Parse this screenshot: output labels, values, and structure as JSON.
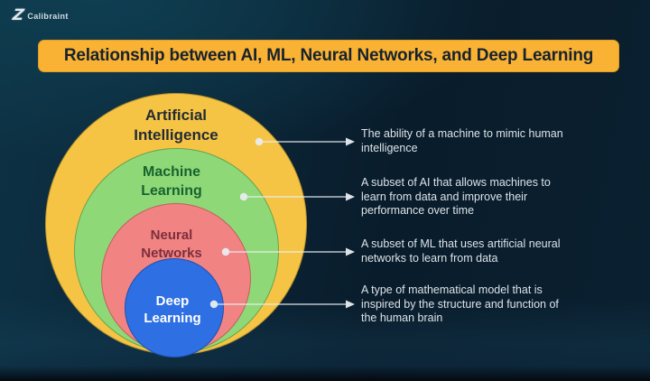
{
  "brand": {
    "logo_glyph": "Z",
    "name": "Calibraint"
  },
  "title": "Relationship between AI, ML, Neural Networks, and Deep Learning",
  "colors": {
    "background_top": "#0d3244",
    "background_bottom": "#0a2030",
    "banner": "#f9b233",
    "banner_text": "#17222e",
    "ai_ring": "#f6c444",
    "ml_ring": "#8fd878",
    "nn_ring": "#f28383",
    "dl_ring": "#2e6fe3",
    "connector": "#e9eef2",
    "description_text": "#dde3e8"
  },
  "diagram": {
    "type": "nested-circles",
    "rings": [
      {
        "id": "artificial-intelligence",
        "line1": "Artificial",
        "line2": "Intelligence",
        "description": "The ability of a machine to mimic human intelligence"
      },
      {
        "id": "machine-learning",
        "line1": "Machine",
        "line2": "Learning",
        "description": "A subset of AI that allows machines to learn from data and improve their performance over time"
      },
      {
        "id": "neural-networks",
        "line1": "Neural",
        "line2": "Networks",
        "description": "A subset of ML that uses artificial neural networks to learn from data"
      },
      {
        "id": "deep-learning",
        "line1": "Deep",
        "line2": "Learning",
        "description": "A type of mathematical model that is inspired by the structure and function of the human brain"
      }
    ]
  }
}
